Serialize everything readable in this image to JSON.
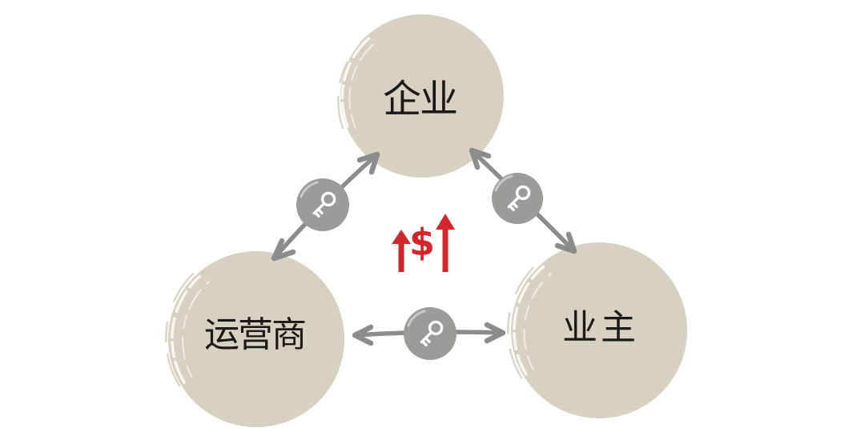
{
  "diagram": {
    "colors": {
      "background": "#ffffff",
      "node_fill": "#d7d1c2",
      "key_badge_fill": "#9b9b99",
      "arrow_stroke": "#8c8c8c",
      "revenue_red": "#d2262b",
      "label_ink": "#1a1a1a"
    },
    "nodes": [
      {
        "id": "enterprise",
        "label": "企业"
      },
      {
        "id": "operator",
        "label": "运营商"
      },
      {
        "id": "owner",
        "label": "业主"
      }
    ],
    "connectors": [
      {
        "id": "enterprise-operator",
        "from": "enterprise",
        "to": "operator",
        "icon": "key-icon",
        "direction": "both"
      },
      {
        "id": "enterprise-owner",
        "from": "enterprise",
        "to": "owner",
        "icon": "key-icon",
        "direction": "both"
      },
      {
        "id": "operator-owner",
        "from": "operator",
        "to": "owner",
        "icon": "key-icon",
        "direction": "both"
      }
    ],
    "center_symbol": {
      "glyph_sequence": "↑$↑",
      "dollar": "$"
    }
  }
}
